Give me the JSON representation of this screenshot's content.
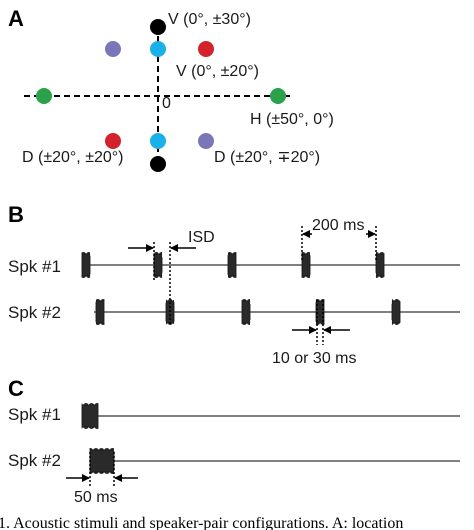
{
  "panels": {
    "a": "A",
    "b": "B",
    "c": "C"
  },
  "colors": {
    "vertical": "#000000",
    "vertical_inner": "#1ab0ea",
    "horizontal": "#2aa14a",
    "diagonal_red": "#d3222b",
    "diagonal_purple": "#7b76b8",
    "label_red": "#c8222b",
    "label_purple": "#6b66a8",
    "label_green": "#2a9a48",
    "label_blue": "#1aa0da"
  },
  "panel_a": {
    "origin_label": "0",
    "v30_label": "V (0°, ±30°)",
    "v20_label": "V (0°, ±20°)",
    "h50_label": "H (±50°, 0°)",
    "d_same_label": "D (±20°, ±20°)",
    "d_opp_label": "D (±20°, ∓20°)"
  },
  "panel_b": {
    "spk1": "Spk #1",
    "spk2": "Spk #2",
    "isd": "ISD",
    "period": "200 ms",
    "burst_width": "10 or 30 ms"
  },
  "panel_c": {
    "spk1": "Spk #1",
    "spk2": "Spk #2",
    "duration": "50 ms"
  },
  "caption_fragment": "1. Acoustic stimuli and speaker-pair configurations. A: location"
}
